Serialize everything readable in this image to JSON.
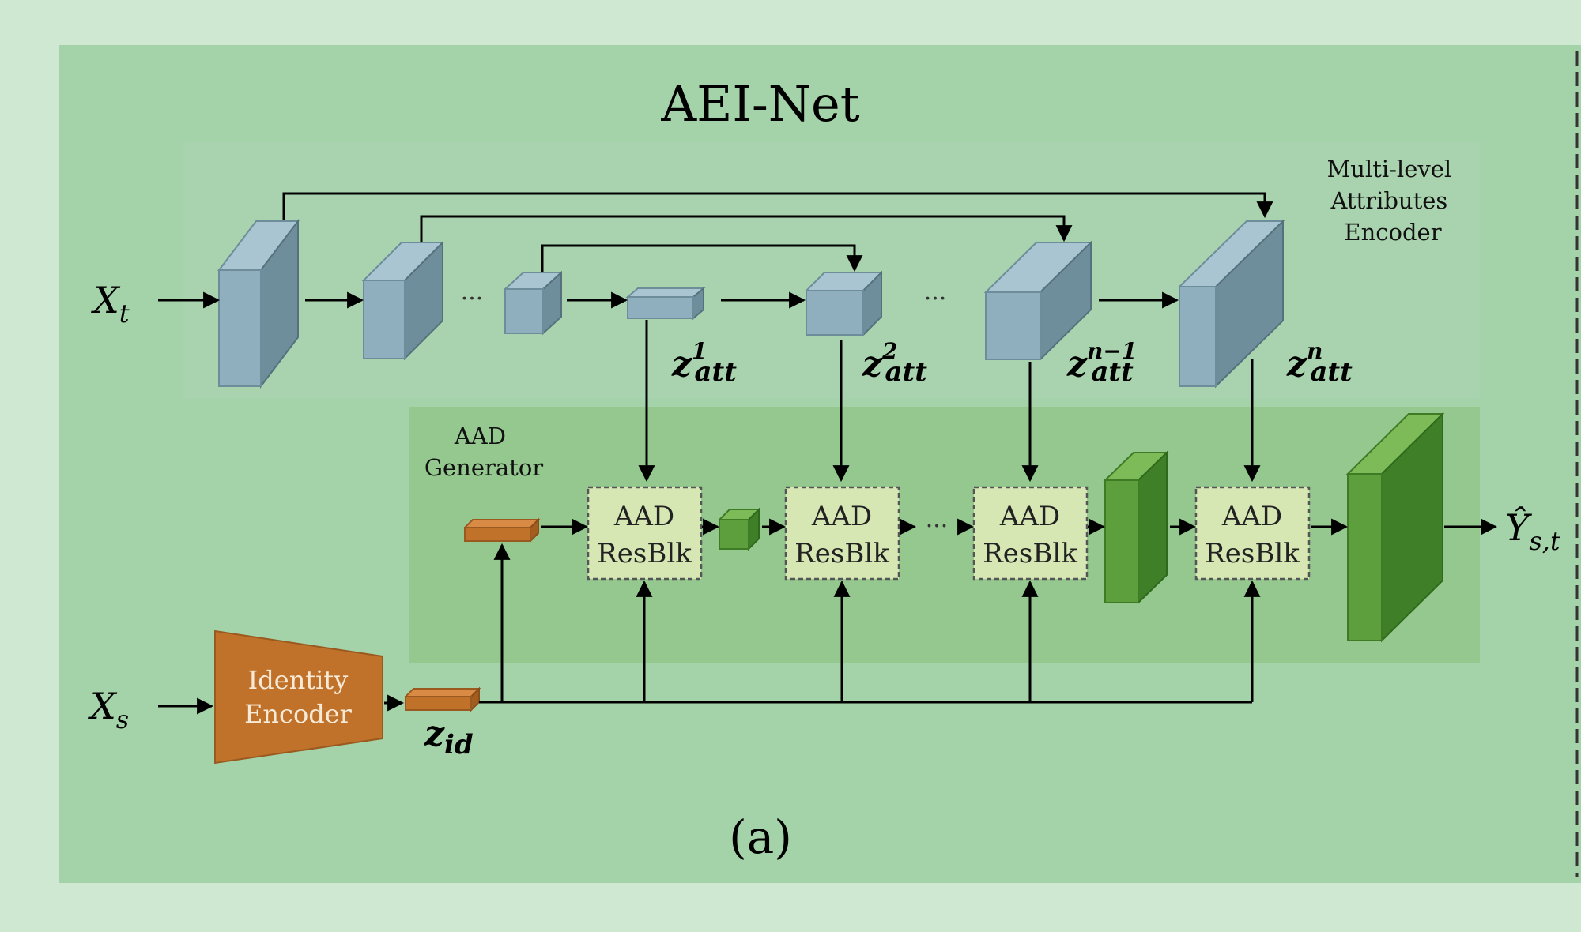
{
  "title": "AEI-Net",
  "caption": "(a)",
  "labels": {
    "encoder": [
      "Multi-level",
      "Attributes",
      "Encoder"
    ],
    "generator": [
      "AAD",
      "Generator"
    ],
    "identity_encoder": [
      "Identity",
      "Encoder"
    ],
    "resblk": [
      "AAD",
      "ResBlk"
    ],
    "ellipsis": "···"
  },
  "inputs": {
    "xt_base": "X",
    "xt_sub": "t",
    "xs_base": "X",
    "xs_sub": "s"
  },
  "output": {
    "base": "Ŷ",
    "sub": "s,t"
  },
  "zid": {
    "base": "z",
    "sub": "id"
  },
  "zatt": [
    {
      "base": "z",
      "sub": "att",
      "sup": "1"
    },
    {
      "base": "z",
      "sub": "att",
      "sup": "2"
    },
    {
      "base": "z",
      "sub": "att",
      "sup": "n−1"
    },
    {
      "base": "z",
      "sub": "att",
      "sup": "n"
    }
  ],
  "colors": {
    "background": "#cfe8d1",
    "panel": "#a5d3a9",
    "encoder_region": "#a3d0a7",
    "generator_region": "#94c88f",
    "feature_blue": "#8fafbf",
    "feature_green": "#5c9f3c",
    "identity_orange": "#c0712a",
    "resblk_fill": "#d6e7b4"
  }
}
